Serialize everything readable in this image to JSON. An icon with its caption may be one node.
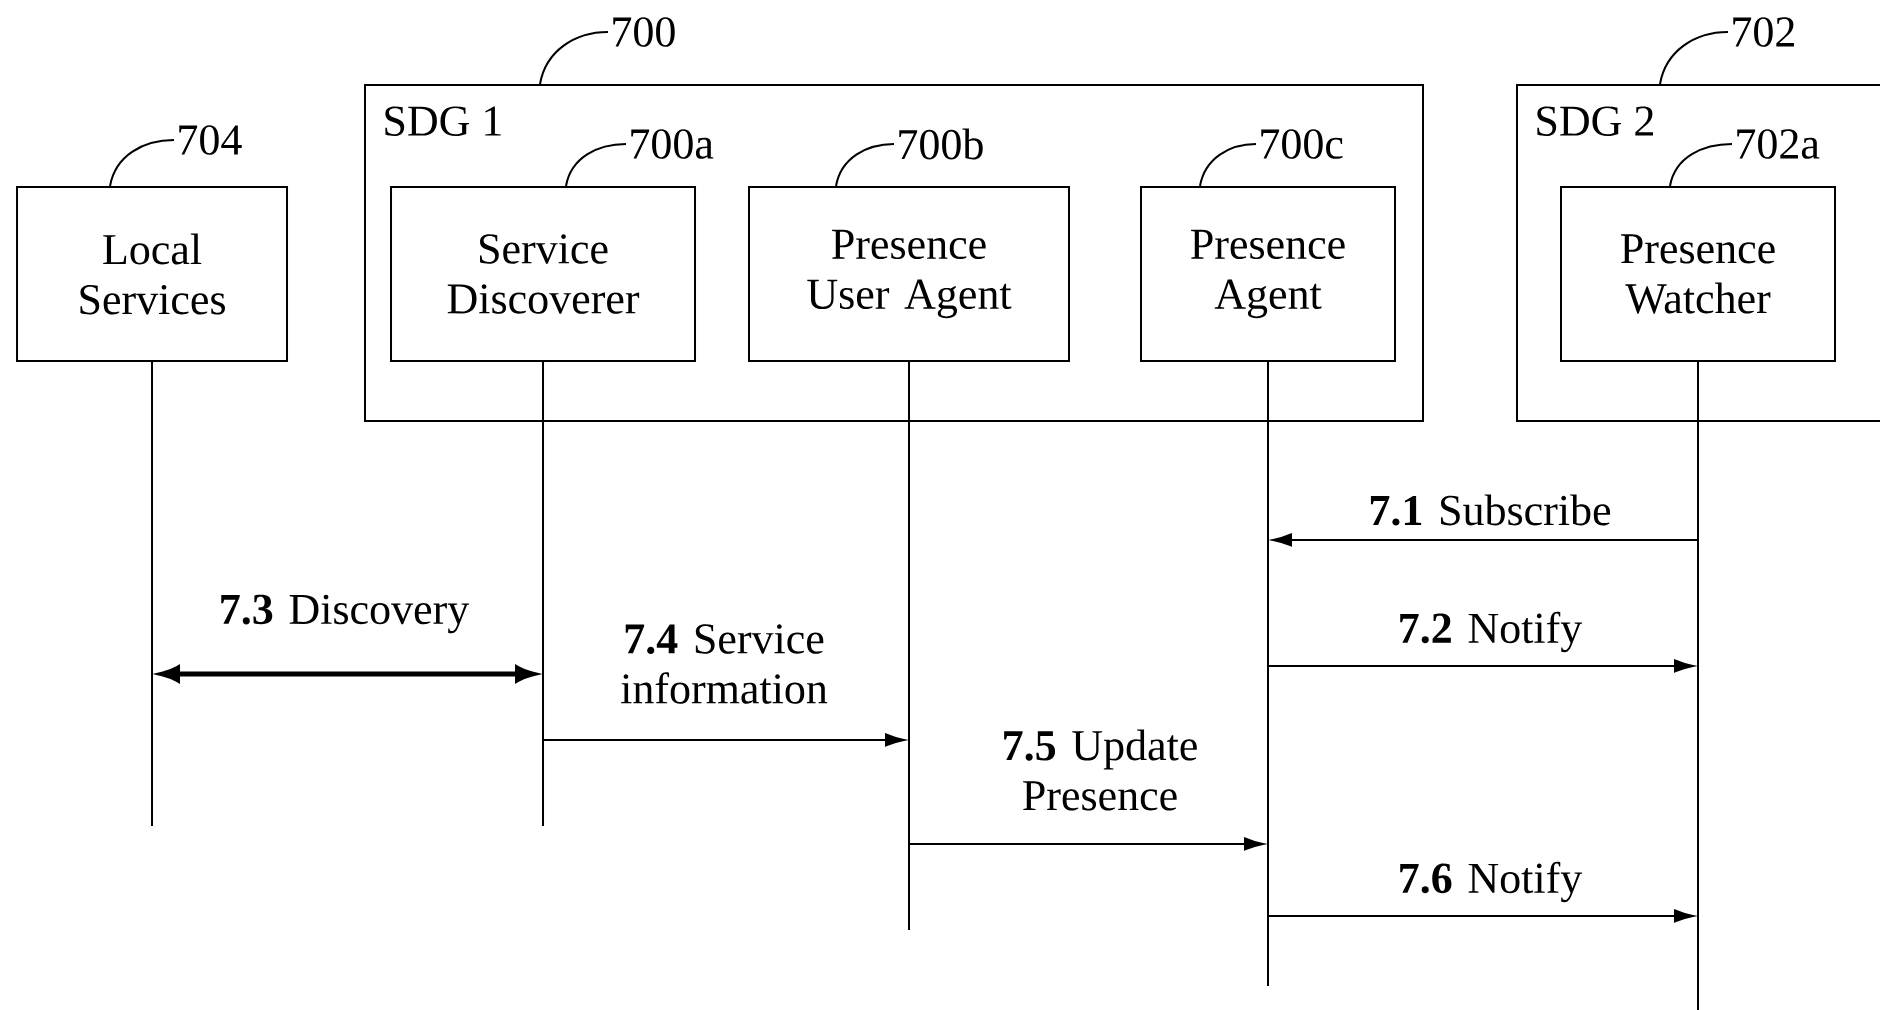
{
  "diagram": {
    "nodes": [
      {
        "text": [
          "Local Services"
        ]
      },
      {
        "text": [
          "SDG 1"
        ]
      },
      {
        "text": [
          "Service Discoverer"
        ],
        "in": 1
      },
      {
        "text": [
          "Presence User Agent"
        ],
        "in": 1
      },
      {
        "text": [
          "Presence Agent"
        ],
        "in": 1
      },
      {
        "text": [
          "SDG 2"
        ]
      },
      {
        "text": [
          "Presence Watcher"
        ],
        "in": 5
      },
      {
        "text": [
          "704"
        ]
      },
      {
        "text": [
          "700"
        ]
      },
      {
        "text": [
          "700a"
        ],
        "in": 1
      },
      {
        "text": [
          "700b"
        ],
        "in": 1
      },
      {
        "text": [
          "700c"
        ],
        "in": 1
      },
      {
        "text": [
          "702"
        ]
      },
      {
        "text": [
          "702a"
        ],
        "in": 5
      },
      {
        "text": [],
        "shape": "line"
      },
      {
        "text": [],
        "shape": "line"
      },
      {
        "text": [],
        "shape": "line"
      },
      {
        "text": [],
        "shape": "line"
      },
      {
        "text": [],
        "shape": "line"
      }
    ],
    "edges": [
      {
        "from": 18,
        "to": 17,
        "arrow": "to",
        "label": "**7.1** Subscribe"
      },
      {
        "from": 17,
        "to": 18,
        "arrow": "to",
        "label": "**7.2** Notify"
      },
      {
        "from": 14,
        "to": 15,
        "arrow": "both",
        "label": "**7.3** Discovery",
        "style": "thick"
      },
      {
        "from": 15,
        "to": 16,
        "arrow": "to",
        "label": "**7.4** Service information"
      },
      {
        "from": 16,
        "to": 17,
        "arrow": "to",
        "label": "**7.5** Update Presence"
      },
      {
        "from": 17,
        "to": 18,
        "arrow": "to",
        "label": "**7.6** Notify"
      },
      {
        "from": 7,
        "to": 0,
        "arrow": "none"
      },
      {
        "from": 8,
        "to": 1,
        "arrow": "none"
      },
      {
        "from": 9,
        "to": 2,
        "arrow": "none"
      },
      {
        "from": 10,
        "to": 3,
        "arrow": "none"
      },
      {
        "from": 11,
        "to": 4,
        "arrow": "none"
      },
      {
        "from": 12,
        "to": 5,
        "arrow": "none"
      },
      {
        "from": 13,
        "to": 6,
        "arrow": "none"
      }
    ]
  }
}
